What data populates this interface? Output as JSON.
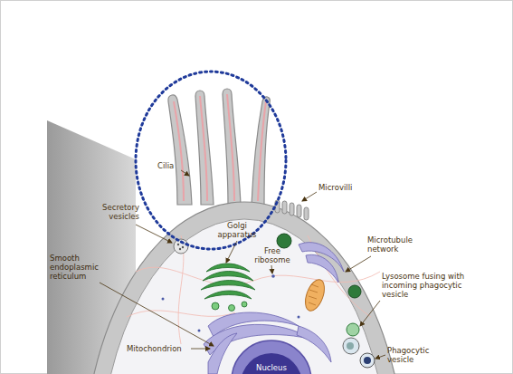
{
  "diagram": {
    "labels": [
      "Cilia",
      "Microvilli",
      "Secretory vesicles",
      "Golgi apparatus",
      "Free ribosome",
      "Microtubule network",
      "Smooth endoplasmic reticulum",
      "Lysosome fusing with incoming phagocytic vesicle",
      "Mitochondrion",
      "Nucleus",
      "Phagocytic vesicle"
    ]
  }
}
